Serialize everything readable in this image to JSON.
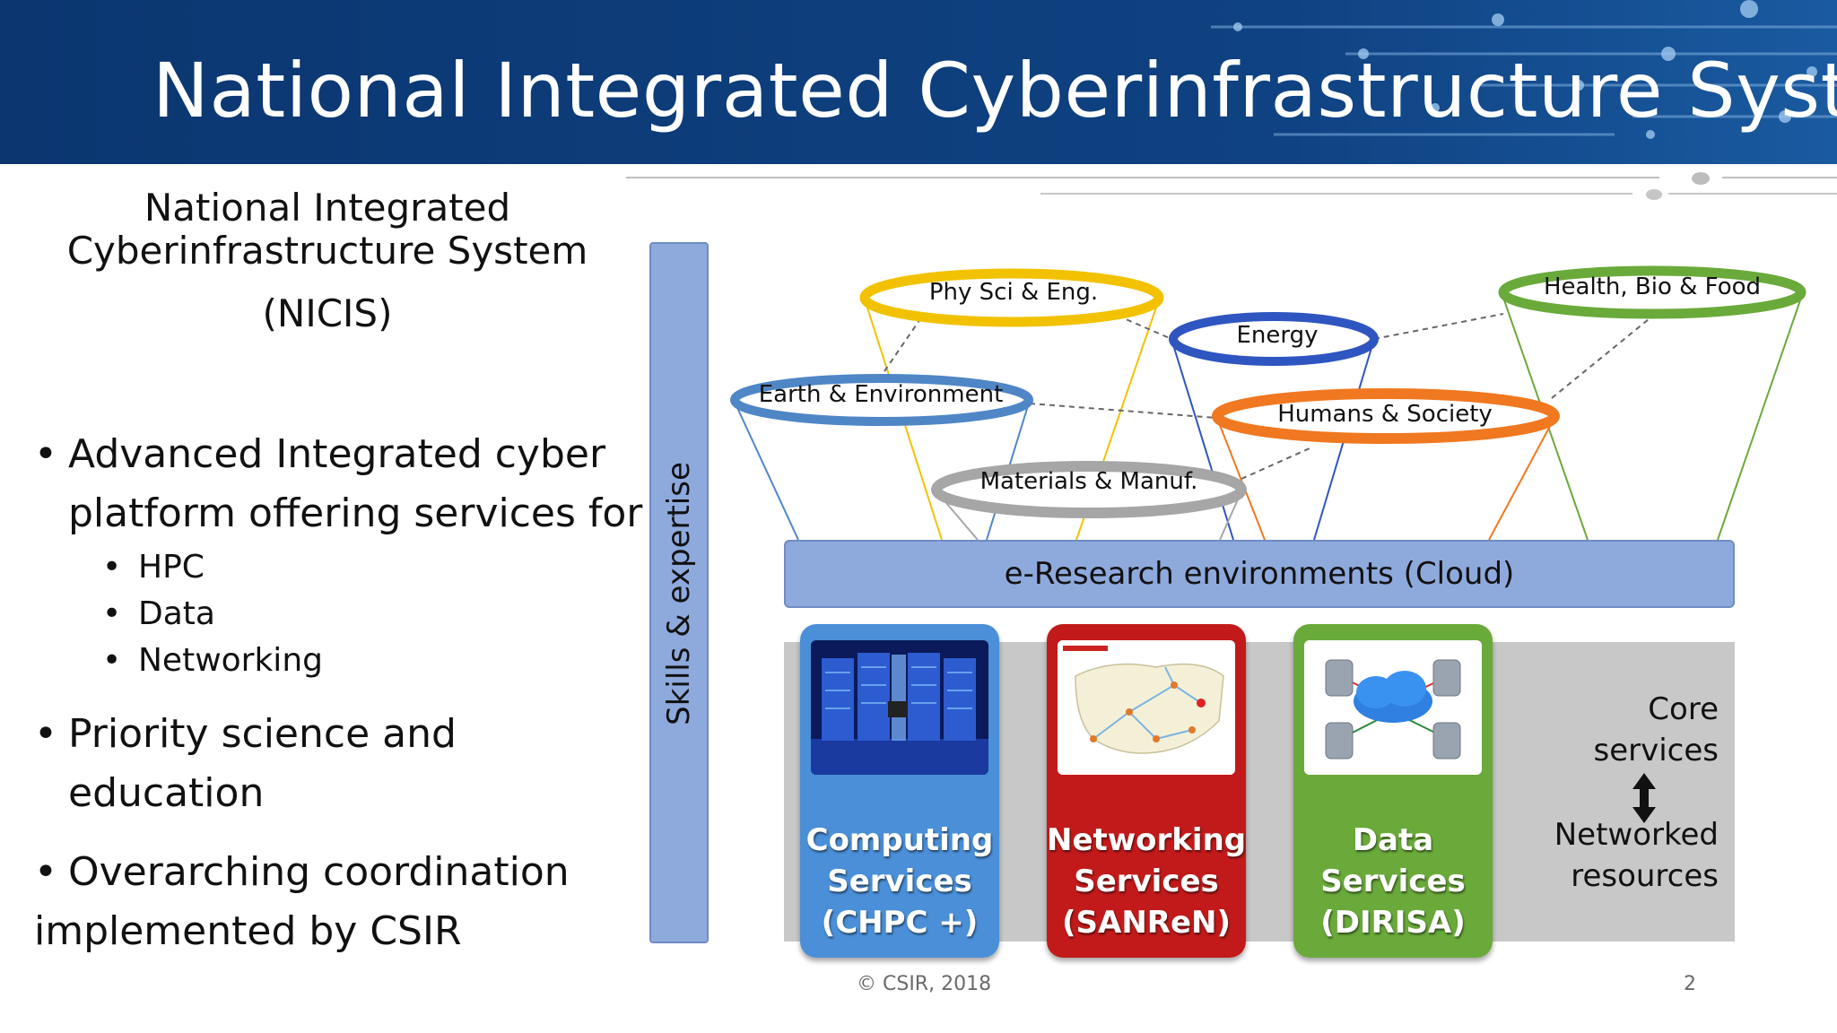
{
  "header": {
    "title": "National Integrated Cyberinfrastructure System"
  },
  "left": {
    "title_line1": "National Integrated",
    "title_line2": "Cyberinfrastructure System",
    "title_acronym": "(NICIS)",
    "bullet1_line1": "Advanced Integrated cyber",
    "bullet1_line2": "platform offering services for",
    "sub_items": [
      "HPC",
      "Data",
      "Networking"
    ],
    "bullet2_line1": "Priority science and",
    "bullet2_line2": "education",
    "bullet3_line1": "Overarching coordination",
    "bullet3_line2": "implemented by CSIR",
    "bullet_glyph": "•"
  },
  "diagram": {
    "skills_label": "Skills & expertise",
    "cloud_label": "e-Research environments (Cloud)",
    "domains": [
      {
        "label": "Phy Sci & Eng.",
        "color": "#f2c200"
      },
      {
        "label": "Energy",
        "color": "#2f55c0"
      },
      {
        "label": "Health, Bio & Food",
        "color": "#6aaa3a"
      },
      {
        "label": "Earth & Environment",
        "color": "#4f86c6"
      },
      {
        "label": "Humans & Society",
        "color": "#f07820"
      },
      {
        "label": "Materials & Manuf.",
        "color": "#a6a6a6"
      }
    ],
    "services": [
      {
        "line1": "Computing",
        "line2": "Services",
        "line3": "(CHPC +)",
        "color": "#4a8fd8"
      },
      {
        "line1": "Networking",
        "line2": "Services",
        "line3": "(SANReN)",
        "color": "#c21a1a"
      },
      {
        "line1": "Data",
        "line2": "Services",
        "line3": "(DIRISA)",
        "color": "#6aaa3a"
      }
    ],
    "core_top_line1": "Core",
    "core_top_line2": "services",
    "core_bottom_line1": "Networked",
    "core_bottom_line2": "resources"
  },
  "footer": {
    "copyright": "© CSIR, 2018",
    "page": "2"
  }
}
